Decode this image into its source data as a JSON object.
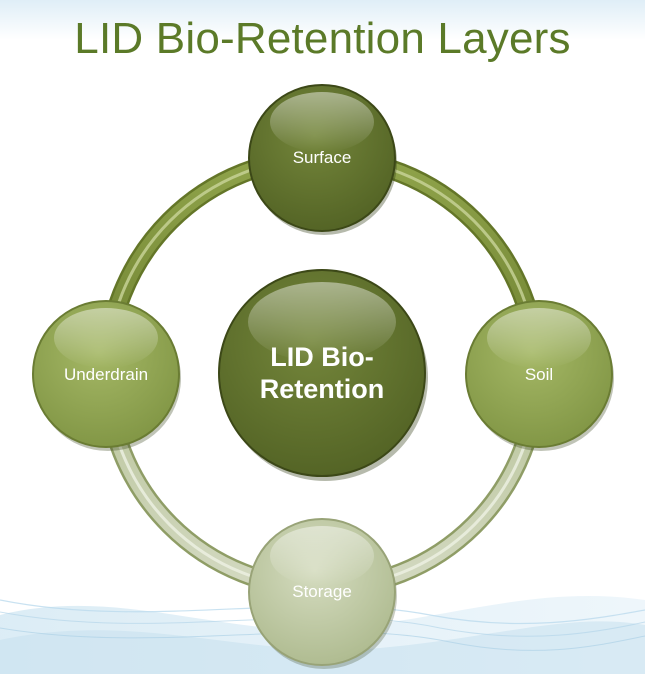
{
  "title": "LID Bio-Retention Layers",
  "center": {
    "line1": "LID Bio-",
    "line2": "Retention"
  },
  "nodes": {
    "surface": "Surface",
    "soil": "Soil",
    "storage": "Storage",
    "underdrain": "Underdrain"
  },
  "colors": {
    "title": "#5b7a28",
    "dark_green": "#5a6b2a",
    "mid_green": "#8da24f",
    "light_green": "#c3cda5",
    "ring_green": "#9aae55"
  }
}
